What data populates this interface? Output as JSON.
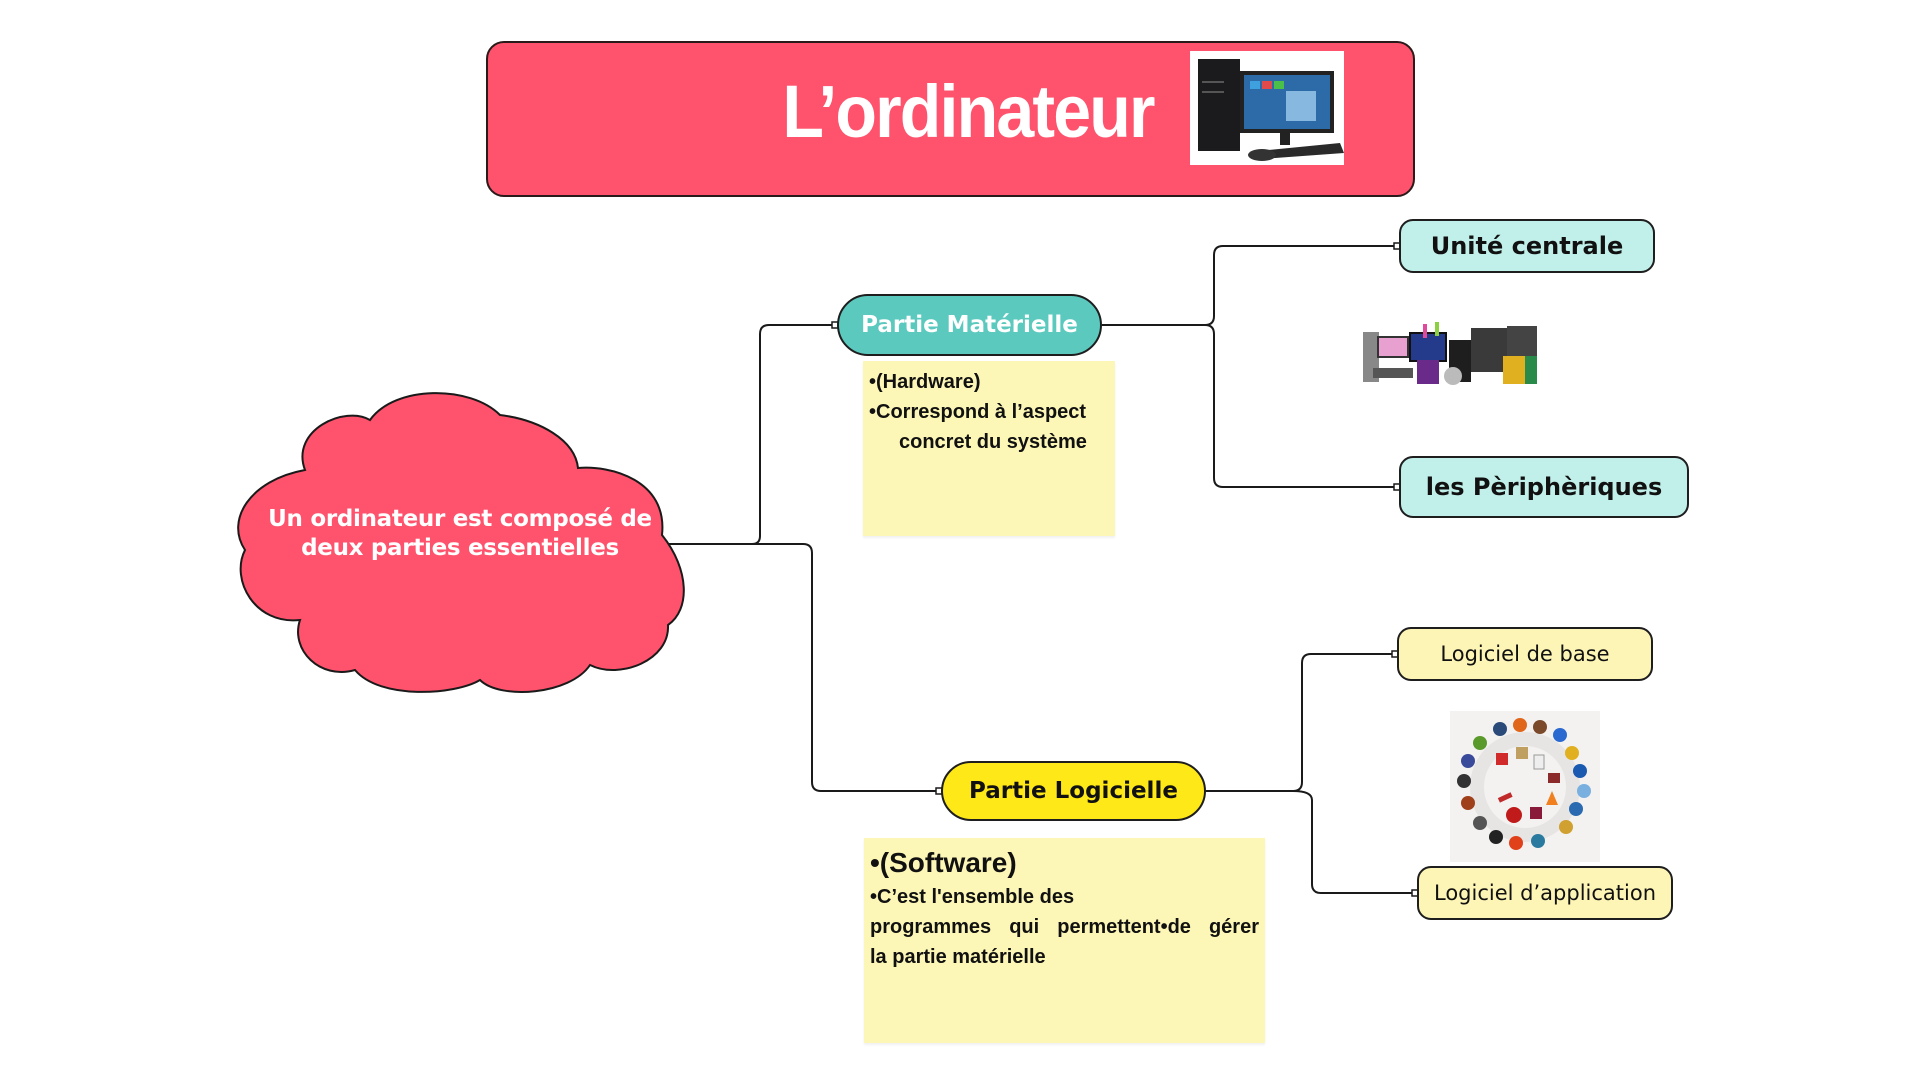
{
  "title": {
    "text": "L’ordinateur",
    "image": "desktop-computer-image"
  },
  "root": {
    "text_line1": "Un ordinateur est composé de",
    "text_line2": "deux parties essentielles",
    "shape": "cloud"
  },
  "branches": {
    "materielle": {
      "label": "Partie Matérielle",
      "note": {
        "line1": "•(Hardware)",
        "line2": "•Correspond à l’aspect",
        "line3": "concret du système"
      },
      "children": [
        {
          "label": "Unité centrale"
        },
        {
          "label": "les Pèriphèriques"
        }
      ],
      "image": "hardware-devices-image"
    },
    "logicielle": {
      "label": "Partie Logicielle",
      "note": {
        "line1": "•(Software)",
        "line2": "•C’est l'ensemble des",
        "line3": "programmes qui permettent•de gérer",
        "line4": "la partie matérielle"
      },
      "children": [
        {
          "label": "Logiciel de base"
        },
        {
          "label": "Logiciel d’application"
        }
      ],
      "image": "software-icons-image"
    }
  },
  "colors": {
    "title_bg": "#ff526c",
    "cloud_bg": "#ff526c",
    "materielle_pill": "#5cc9bf",
    "logicielle_pill": "#ffe817",
    "note_bg": "#fdf7b7",
    "hardware_leaf": "#c1efea",
    "software_leaf": "#fdf5b6"
  }
}
